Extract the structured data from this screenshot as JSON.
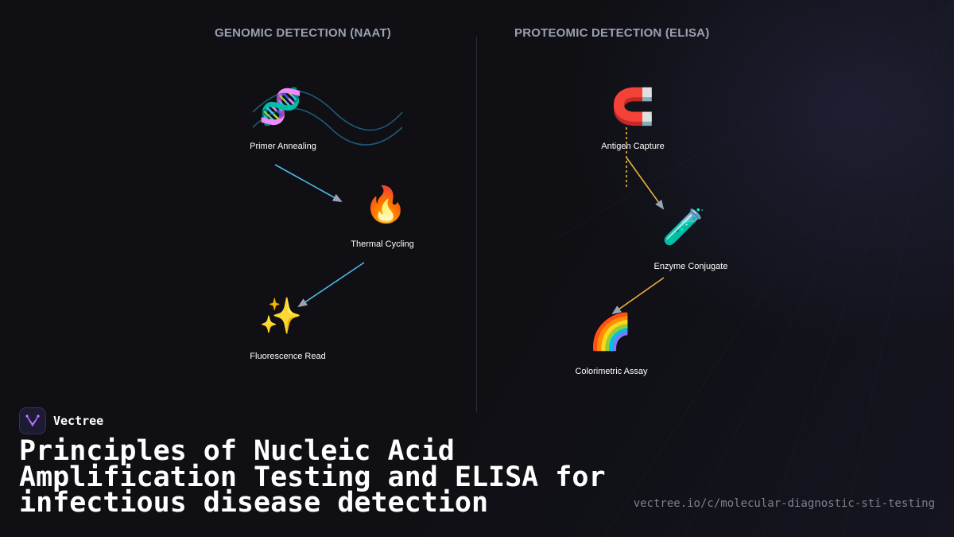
{
  "sections": {
    "naat": {
      "title": "GENOMIC DETECTION (NAAT)",
      "steps": [
        {
          "label": "Primer Annealing",
          "icon": "dna-icon",
          "glyph": "🧬"
        },
        {
          "label": "Thermal Cycling",
          "icon": "fire-icon",
          "glyph": "🔥"
        },
        {
          "label": "Fluorescence Read",
          "icon": "sparkles-icon",
          "glyph": "✨"
        }
      ],
      "arrow_color": "#4fb8e8"
    },
    "elisa": {
      "title": "PROTEOMIC DETECTION (ELISA)",
      "steps": [
        {
          "label": "Antigen Capture",
          "icon": "magnet-icon",
          "glyph": "🧲"
        },
        {
          "label": "Enzyme Conjugate",
          "icon": "test-tube-icon",
          "glyph": "🧪"
        },
        {
          "label": "Colorimetric Assay",
          "icon": "rainbow-icon",
          "glyph": "🌈"
        }
      ],
      "arrow_color": "#e8b23a"
    }
  },
  "brand": {
    "name": "Vectree",
    "logo_icon": "vectree-logo-icon"
  },
  "title": "Principles of Nucleic Acid Amplification Testing and ELISA for infectious disease detection",
  "url": "vectree.io/c/molecular-diagnostic-sti-testing",
  "colors": {
    "background": "#0f0f14",
    "section_title": "#9aa0b3",
    "naat_accent": "#4fb8e8",
    "elisa_accent": "#e8b23a",
    "arrowhead": "#9aa3b5",
    "url_text": "#7d8190"
  }
}
